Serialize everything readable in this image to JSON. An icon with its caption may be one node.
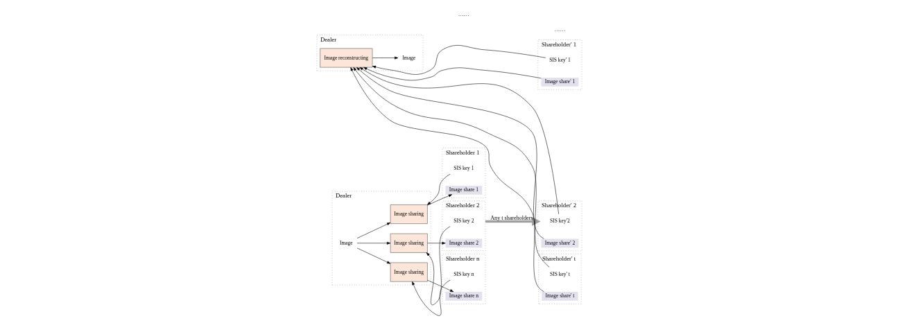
{
  "diagram": {
    "nodes": [
      {
        "text": [
          "Dealer"
        ]
      },
      {
        "text": [
          "Image sharing"
        ],
        "in": 0
      },
      {
        "text": [
          "Image sharing"
        ],
        "in": 0
      },
      {
        "text": [
          "Image sharing"
        ],
        "in": 0
      },
      {
        "text": [
          "Shareholder 1"
        ]
      },
      {
        "text": [
          "SIS key 1"
        ],
        "in": 4
      },
      {
        "text": [
          "Image share 1"
        ],
        "in": 4
      },
      {
        "text": [
          "Shareholder 2"
        ]
      },
      {
        "text": [
          "SIS key 2"
        ],
        "in": 7
      },
      {
        "text": [
          "Image share 2"
        ],
        "in": 7
      },
      {
        "text": [
          "Shareholder n"
        ]
      },
      {
        "text": [
          "SIS key n"
        ],
        "in": 10
      },
      {
        "text": [
          "Image share n"
        ],
        "in": 10
      },
      {
        "text": [
          "Image"
        ],
        "in": 0
      },
      {
        "text": [
          "Shareholder' 1"
        ]
      },
      {
        "text": [
          "SIS key' 1"
        ],
        "in": 14
      },
      {
        "text": [
          "Image share' 1"
        ],
        "in": 14
      },
      {
        "text": [
          "Shareholder' 2"
        ]
      },
      {
        "text": [
          "SIS key'2"
        ],
        "in": 17
      },
      {
        "text": [
          "Image share' 2"
        ],
        "in": 17
      },
      {
        "text": [
          "Shareholder' t"
        ]
      },
      {
        "text": [
          "SIS key' t"
        ],
        "in": 20
      },
      {
        "text": [
          "Image share' t"
        ],
        "in": 20
      },
      {
        "text": [
          "Dealer"
        ]
      },
      {
        "text": [
          "Image reconstructing"
        ],
        "in": 23
      },
      {
        "text": [
          "Image"
        ],
        "in": 23
      }
    ],
    "edges": [
      {
        "from": 5,
        "to": 1,
        "arrow": "to"
      },
      {
        "from": 1,
        "to": 6,
        "arrow": "to"
      },
      {
        "from": 8,
        "to": 2,
        "arrow": "to"
      },
      {
        "from": 2,
        "to": 9,
        "arrow": "to"
      },
      {
        "from": 11,
        "to": 3,
        "arrow": "to"
      },
      {
        "from": 3,
        "to": 12,
        "arrow": "to"
      },
      {
        "from": 13,
        "to": 1,
        "arrow": "to"
      },
      {
        "from": 13,
        "to": 2,
        "arrow": "to"
      },
      {
        "from": 13,
        "to": 3,
        "arrow": "to"
      },
      {
        "from": 7,
        "to": 17,
        "arrow": "to",
        "label": "Any t shareholders",
        "style": "thick",
        "color": "#a0a0a0"
      },
      {
        "from": 15,
        "to": 24,
        "arrow": "to"
      },
      {
        "from": 16,
        "to": 24,
        "arrow": "to"
      },
      {
        "from": 18,
        "to": 24,
        "arrow": "to"
      },
      {
        "from": 19,
        "to": 24,
        "arrow": "to"
      },
      {
        "from": 21,
        "to": 24,
        "arrow": "to"
      },
      {
        "from": 22,
        "to": 24,
        "arrow": "to"
      },
      {
        "from": 24,
        "to": 25,
        "arrow": "to"
      }
    ],
    "labels": [
      "……",
      "……"
    ]
  }
}
